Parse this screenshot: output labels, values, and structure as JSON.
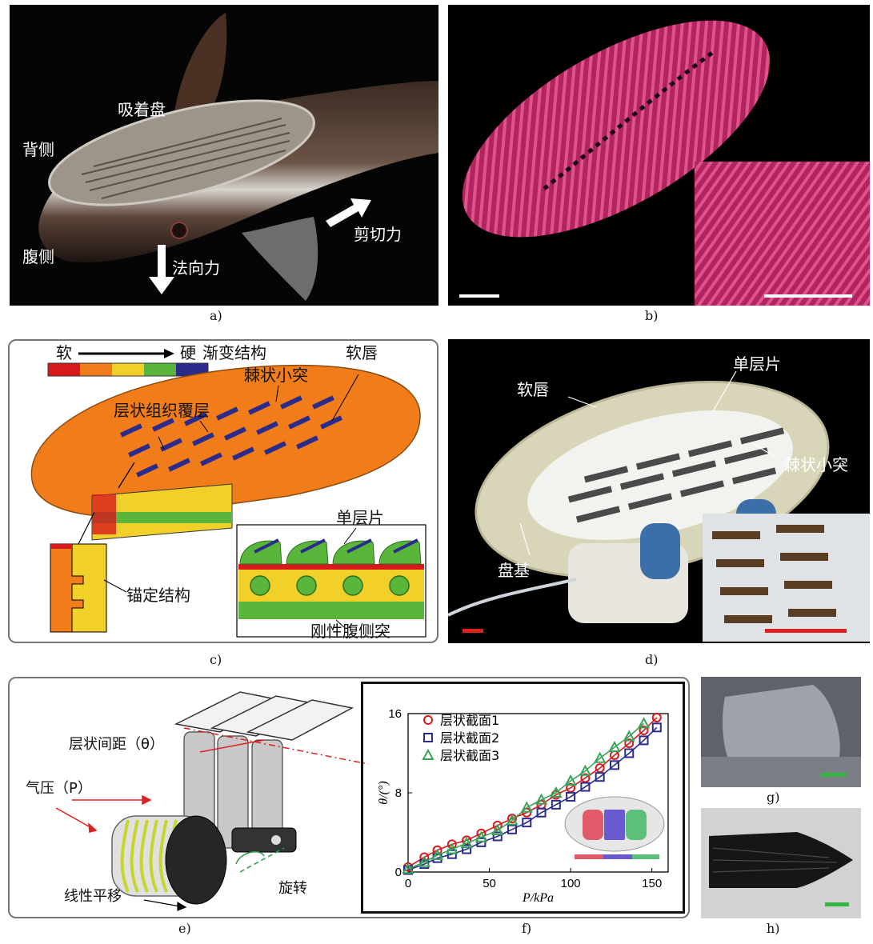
{
  "panel_a": {
    "caption": "a)",
    "suction_disc": "吸着盘",
    "dorsal": "背侧",
    "ventral": "腹侧",
    "normal_force": "法向力",
    "shear_force": "剪切力"
  },
  "panel_b": {
    "caption": "b)"
  },
  "panel_c": {
    "caption": "c)",
    "soft": "软",
    "hard": "硬",
    "gradient": "渐变结构",
    "soft_lip": "软唇",
    "spinules": "棘状小突",
    "lamellar_cover": "层状组织覆层",
    "single_lamella": "单层片",
    "anchor": "锚定结构",
    "rigid_ventral": "刚性腹侧突",
    "scale_colors": [
      "#d7191c",
      "#f07d1a",
      "#f2d02a",
      "#5ab63a",
      "#2b2b8c"
    ]
  },
  "panel_d": {
    "caption": "d)",
    "single_lamella": "单层片",
    "soft_lip": "软唇",
    "spinules": "棘状小突",
    "base": "盘基"
  },
  "panel_e": {
    "caption": "e)",
    "spacing": "层状间距（θ）",
    "pressure": "气压（P）",
    "rotation": "旋转",
    "translation": "线性平移"
  },
  "panel_f": {
    "caption": "f)"
  },
  "panel_g": {
    "caption": "g)"
  },
  "panel_h": {
    "caption": "h)"
  },
  "chart_data": {
    "type": "scatter",
    "xlabel": "P/kPa",
    "ylabel": "θ/(°)",
    "xlim": [
      0,
      160
    ],
    "ylim": [
      0,
      16
    ],
    "xticks": [
      0,
      50,
      100,
      150
    ],
    "yticks": [
      0,
      8,
      16
    ],
    "legend_position": "top-left",
    "series": [
      {
        "name": "层状截面1",
        "color": "#d7191c",
        "marker": "circle",
        "x": [
          0,
          10,
          18,
          27,
          36,
          45,
          55,
          64,
          73,
          82,
          91,
          100,
          109,
          118,
          127,
          136,
          145,
          153
        ],
        "y": [
          0.5,
          1.5,
          2.2,
          2.8,
          3.2,
          3.9,
          4.7,
          5.4,
          6.0,
          6.8,
          7.8,
          8.5,
          9.5,
          10.5,
          11.8,
          13.0,
          14.3,
          15.6
        ]
      },
      {
        "name": "层状截面2",
        "color": "#2b2b8c",
        "marker": "square",
        "x": [
          0,
          10,
          18,
          27,
          36,
          45,
          55,
          64,
          73,
          82,
          91,
          100,
          109,
          118,
          127,
          136,
          145,
          153
        ],
        "y": [
          0.2,
          0.8,
          1.4,
          1.8,
          2.3,
          3.0,
          3.6,
          4.3,
          5.0,
          6.0,
          6.8,
          7.6,
          8.6,
          9.6,
          10.8,
          12.0,
          13.3,
          14.6
        ]
      },
      {
        "name": "层状截面3",
        "color": "#3aa35a",
        "marker": "triangle",
        "x": [
          0,
          10,
          18,
          27,
          36,
          45,
          55,
          64,
          73,
          82,
          91,
          100,
          109,
          118,
          127,
          136,
          145
        ],
        "y": [
          0.3,
          1.0,
          1.7,
          2.3,
          2.9,
          3.5,
          4.2,
          5.2,
          6.5,
          7.3,
          8.0,
          9.2,
          10.2,
          11.5,
          12.6,
          13.7,
          15.0
        ]
      }
    ]
  }
}
